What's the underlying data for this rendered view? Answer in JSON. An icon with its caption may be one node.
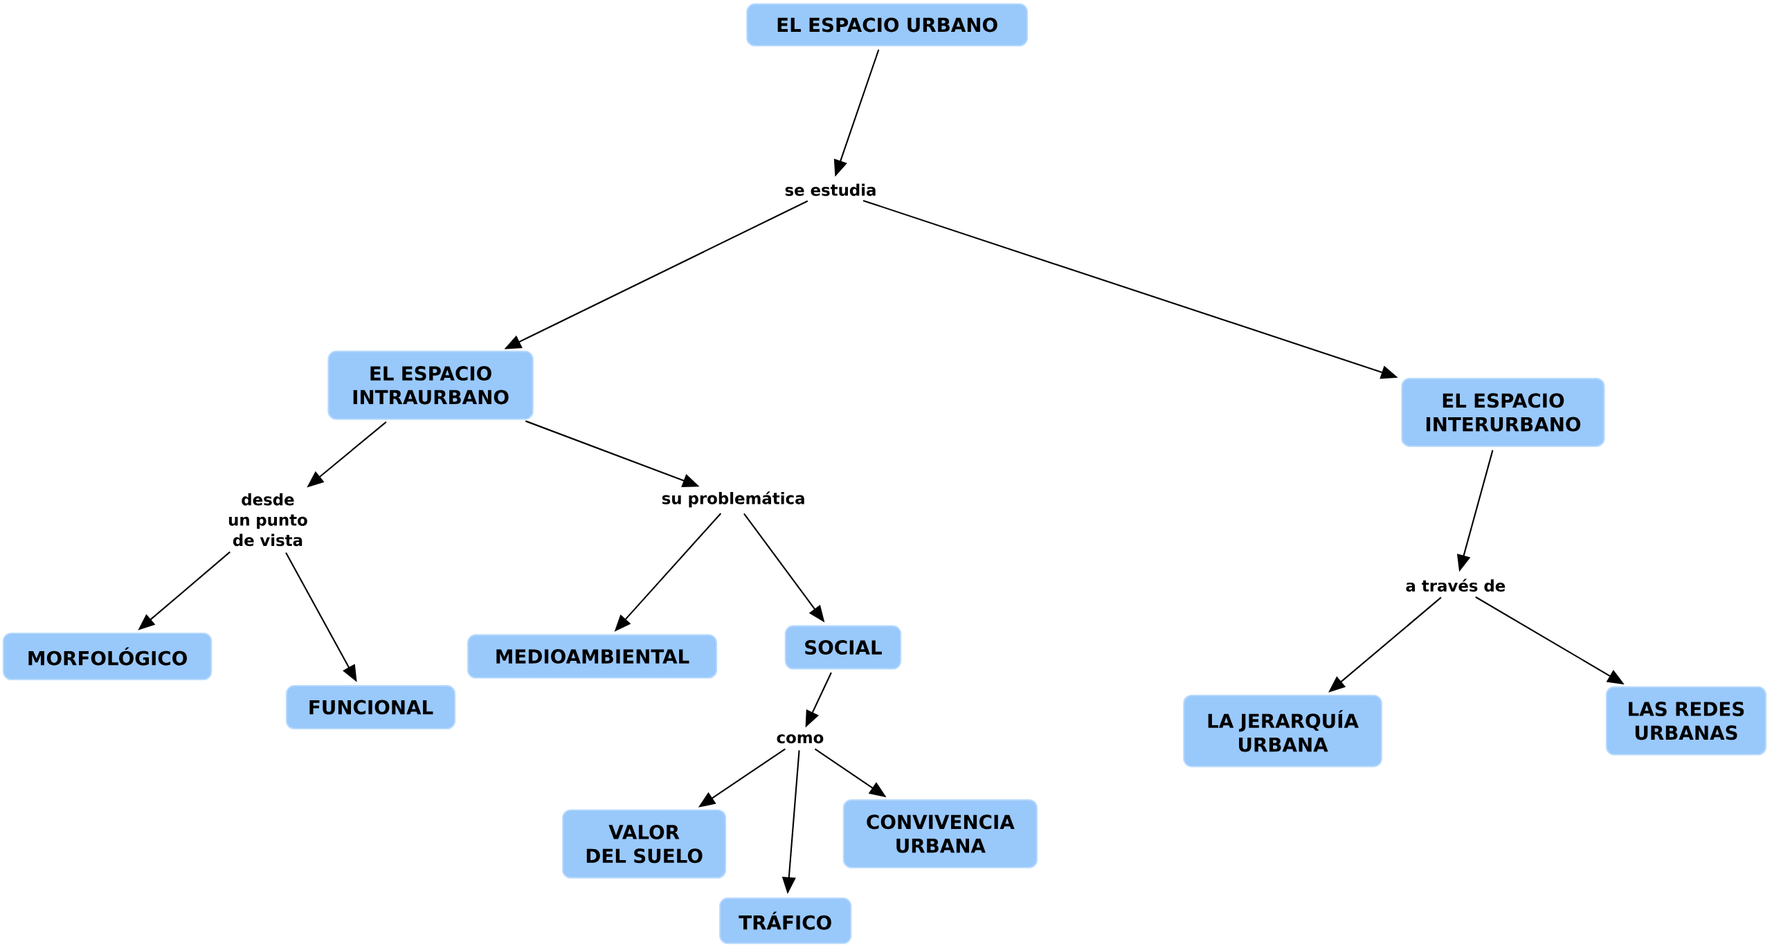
{
  "diagram": {
    "nodes": [
      {
        "text": [
          "EL ESPACIO URBANO"
        ]
      },
      {
        "text": [
          "se estudia"
        ]
      },
      {
        "text": [
          "EL ESPACIO INTRAURBANO"
        ]
      },
      {
        "text": [
          "EL ESPACIO INTERURBANO"
        ]
      },
      {
        "text": [
          "desde un punto de vista"
        ]
      },
      {
        "text": [
          "su problemática"
        ]
      },
      {
        "text": [
          "a través de"
        ]
      },
      {
        "text": [
          "MORFOLÓGICO"
        ]
      },
      {
        "text": [
          "FUNCIONAL"
        ]
      },
      {
        "text": [
          "MEDIOAMBIENTAL"
        ]
      },
      {
        "text": [
          "SOCIAL"
        ]
      },
      {
        "text": [
          "como"
        ]
      },
      {
        "text": [
          "VALOR DEL SUELO"
        ]
      },
      {
        "text": [
          "TRÁFICO"
        ]
      },
      {
        "text": [
          "CONVIVENCIA URBANA"
        ]
      },
      {
        "text": [
          "LA JERARQUÍA URBANA"
        ]
      },
      {
        "text": [
          "LAS REDES URBANAS"
        ]
      }
    ],
    "edges": [
      {
        "from": 0,
        "to": 1,
        "arrow": "to"
      },
      {
        "from": 1,
        "to": 2,
        "arrow": "to"
      },
      {
        "from": 1,
        "to": 3,
        "arrow": "to"
      },
      {
        "from": 2,
        "to": 4,
        "arrow": "to"
      },
      {
        "from": 2,
        "to": 5,
        "arrow": "to"
      },
      {
        "from": 4,
        "to": 7,
        "arrow": "to"
      },
      {
        "from": 4,
        "to": 8,
        "arrow": "to"
      },
      {
        "from": 5,
        "to": 9,
        "arrow": "to"
      },
      {
        "from": 5,
        "to": 10,
        "arrow": "to"
      },
      {
        "from": 10,
        "to": 11,
        "arrow": "to"
      },
      {
        "from": 11,
        "to": 12,
        "arrow": "to"
      },
      {
        "from": 11,
        "to": 13,
        "arrow": "to"
      },
      {
        "from": 11,
        "to": 14,
        "arrow": "to"
      },
      {
        "from": 3,
        "to": 6,
        "arrow": "to"
      },
      {
        "from": 6,
        "to": 15,
        "arrow": "to"
      },
      {
        "from": 6,
        "to": 16,
        "arrow": "to"
      }
    ]
  }
}
